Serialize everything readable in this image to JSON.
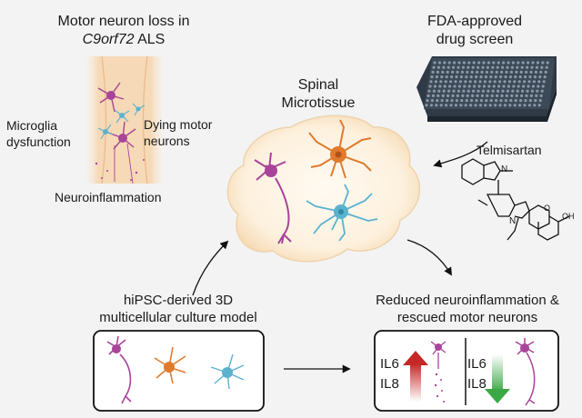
{
  "panels": {
    "als": {
      "title_line1": "Motor neuron loss in",
      "title_gene": "C9orf72",
      "title_suffix": "ALS",
      "microglia_label_line1": "Microglia",
      "microglia_label_line2": "dysfunction",
      "dying_label_line1": "Dying motor",
      "dying_label_line2": "neurons",
      "inflammation_label": "Neuroinflammation"
    },
    "drug_screen": {
      "title_line1": "FDA-approved",
      "title_line2": "drug screen",
      "compound_name": "Telmisartan",
      "compound_group": "OH",
      "compound_atom_o": "O",
      "compound_atom_n": "N"
    },
    "microtissue": {
      "title_line1": "Spinal",
      "title_line2": "Microtissue"
    },
    "model": {
      "title_line1": "hiPSC-derived 3D",
      "title_line2": "multicellular culture model"
    },
    "outcome": {
      "title_line1": "Reduced neuroinflammation &",
      "title_line2": "rescued motor neurons",
      "untreated_il6": "IL6",
      "untreated_il8": "IL8",
      "treated_il6": "IL6",
      "treated_il8": "IL8"
    }
  },
  "colors": {
    "motor_neuron": "#a8449a",
    "astrocyte": "#e07b2e",
    "microglia": "#5bb2cf",
    "increase_arrow": "#c62828",
    "decrease_arrow": "#3aa845",
    "tissue_fill": "#fdf3e3",
    "spinal_cord": "#f6d9b6"
  }
}
